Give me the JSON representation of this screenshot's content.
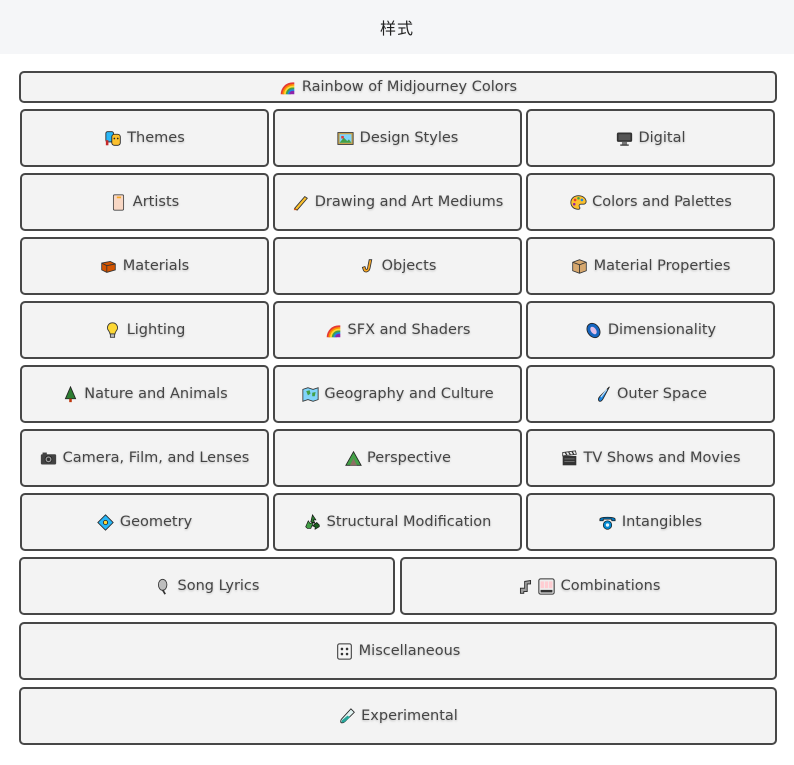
{
  "header": {
    "title": "样式"
  },
  "buttons": {
    "rainbow": {
      "label": "Rainbow of Midjourney Colors",
      "icon": "rainbow-icon"
    },
    "themes": {
      "label": "Themes",
      "icon": "performing-arts-icon"
    },
    "design_styles": {
      "label": "Design Styles",
      "icon": "framed-picture-icon"
    },
    "digital": {
      "label": "Digital",
      "icon": "desktop-computer-icon"
    },
    "artists": {
      "label": "Artists",
      "icon": "notebook-icon"
    },
    "drawing": {
      "label": "Drawing and Art Mediums",
      "icon": "pencil-icon"
    },
    "colors": {
      "label": "Colors and Palettes",
      "icon": "artist-palette-icon"
    },
    "materials": {
      "label": "Materials",
      "icon": "bricks-icon"
    },
    "objects": {
      "label": "Objects",
      "icon": "saxophone-icon"
    },
    "material_properties": {
      "label": "Material Properties",
      "icon": "package-box-icon"
    },
    "lighting": {
      "label": "Lighting",
      "icon": "light-bulb-icon"
    },
    "sfx": {
      "label": "SFX and Shaders",
      "icon": "rainbow-icon"
    },
    "dimensionality": {
      "label": "Dimensionality",
      "icon": "milky-way-icon"
    },
    "nature": {
      "label": "Nature and Animals",
      "icon": "evergreen-tree-icon"
    },
    "geography": {
      "label": "Geography and Culture",
      "icon": "world-map-icon"
    },
    "outer_space": {
      "label": "Outer Space",
      "icon": "comet-icon"
    },
    "camera": {
      "label": "Camera, Film, and Lenses",
      "icon": "camera-icon"
    },
    "perspective": {
      "label": "Perspective",
      "icon": "mountain-icon"
    },
    "tv": {
      "label": "TV Shows and Movies",
      "icon": "clapper-board-icon"
    },
    "geometry": {
      "label": "Geometry",
      "icon": "diamond-dot-icon"
    },
    "structural": {
      "label": "Structural Modification",
      "icon": "recycle-icon"
    },
    "intangibles": {
      "label": "Intangibles",
      "icon": "telephone-icon"
    },
    "song_lyrics": {
      "label": "Song Lyrics",
      "icon": "microphone-icon"
    },
    "combinations": {
      "label": "Combinations",
      "icons": [
        "joystick-icon",
        "slot-machine-icon"
      ]
    },
    "miscellaneous": {
      "label": "Miscellaneous",
      "icon": "dice-icon"
    },
    "experimental": {
      "label": "Experimental",
      "icon": "test-tube-icon"
    }
  },
  "colors": {
    "header_bg": "#f5f6f8",
    "button_bg": "#f3f3f3",
    "button_border": "#474747",
    "button_text": "#454545"
  }
}
